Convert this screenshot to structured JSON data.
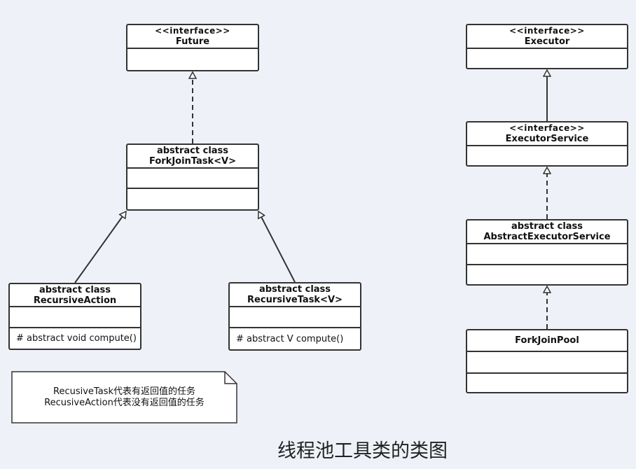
{
  "classes": {
    "future": {
      "stereotype": "<<interface>>",
      "name": "Future"
    },
    "forkjointask": {
      "stereotype": "abstract class",
      "name": "ForkJoinTask<V>"
    },
    "recursiveaction": {
      "stereotype": "abstract class",
      "name": "RecursiveAction",
      "method": "# abstract void compute()"
    },
    "recursivetask": {
      "stereotype": "abstract class",
      "name": "RecursiveTask<V>",
      "method": "# abstract V compute()"
    },
    "executor": {
      "stereotype": "<<interface>>",
      "name": "Executor"
    },
    "executorservice": {
      "stereotype": "<<interface>>",
      "name": "ExecutorService"
    },
    "abstractexecutorservice": {
      "stereotype": "abstract class",
      "name": "AbstractExecutorService"
    },
    "forkjoinpool": {
      "name": "ForkJoinPool"
    }
  },
  "note": {
    "line1": "RecusiveTask代表有返回值的任务",
    "line2": "RecusiveAction代表没有返回值的任务"
  },
  "caption": "线程池工具类的类图",
  "colors": {
    "background": "#eef2f8",
    "border": "#333333",
    "box_fill": "#ffffff"
  }
}
